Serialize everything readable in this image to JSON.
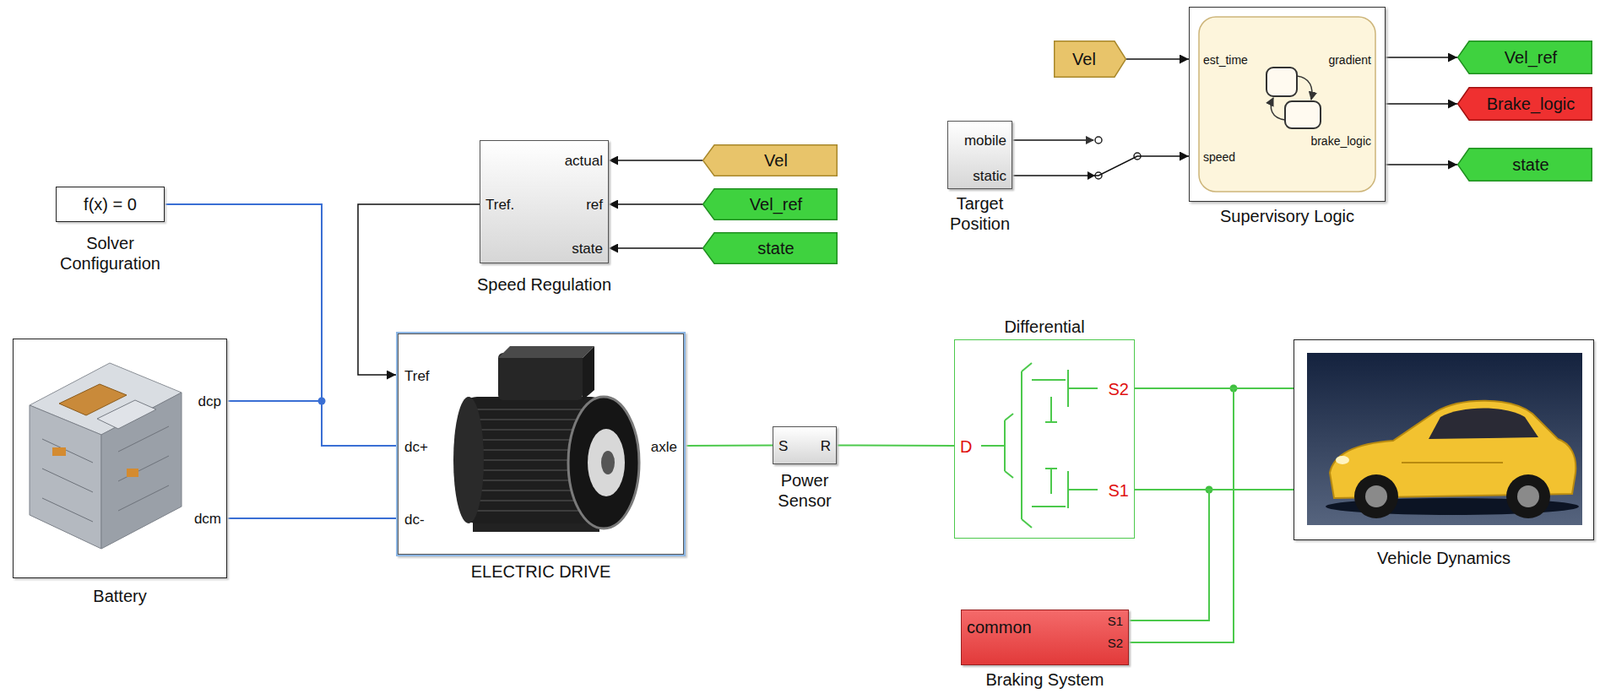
{
  "diagram": {
    "nodes": [
      {
        "text": [
          "Vel"
        ]
      },
      {
        "text": [
          "est_time",
          "speed",
          "gradient",
          "brake_logic",
          "Supervisory Logic"
        ]
      },
      {
        "text": [
          "Vel_ref"
        ]
      },
      {
        "text": [
          "Brake_logic"
        ]
      },
      {
        "text": [
          "mobile",
          "static",
          "Target Position"
        ]
      },
      {
        "text": [
          "state"
        ]
      },
      {
        "text": [
          "actual",
          "ref",
          "state",
          "Tref.",
          "Speed Regulation"
        ]
      },
      {
        "text": [
          "Vel"
        ]
      },
      {
        "text": [
          "Vel_ref"
        ]
      },
      {
        "text": [
          "state"
        ]
      },
      {
        "text": [
          "f(x) = 0",
          "Solver Configuration"
        ]
      },
      {
        "text": [
          "dcp",
          "dcm",
          "Battery"
        ]
      },
      {
        "text": [
          "Tref",
          "dc+",
          "dc-",
          "axle",
          "ELECTRIC DRIVE"
        ]
      },
      {
        "text": [
          "S",
          "R",
          "Power Sensor"
        ]
      },
      {
        "text": [
          "Differential",
          "D",
          "S2",
          "S1"
        ]
      },
      {
        "text": [
          "Vehicle Dynamics"
        ]
      },
      {
        "text": [
          "common",
          "S1",
          "S2",
          "Braking System"
        ]
      }
    ],
    "edges": [
      {
        "from": 0,
        "to": 1,
        "arrow": "to"
      },
      {
        "from": 4,
        "to": 1,
        "arrow": "to"
      },
      {
        "from": 1,
        "to": 2,
        "arrow": "to"
      },
      {
        "from": 1,
        "to": 3,
        "arrow": "to"
      },
      {
        "from": 1,
        "to": 5,
        "arrow": "to"
      },
      {
        "from": 7,
        "to": 6,
        "arrow": "to"
      },
      {
        "from": 8,
        "to": 6,
        "arrow": "to"
      },
      {
        "from": 9,
        "to": 6,
        "arrow": "to"
      },
      {
        "from": 6,
        "to": 12,
        "arrow": "to"
      },
      {
        "from": 10,
        "to": 12,
        "arrow": "none"
      },
      {
        "from": 11,
        "to": 12,
        "arrow": "none"
      },
      {
        "from": 11,
        "to": 12,
        "arrow": "none"
      },
      {
        "from": 12,
        "to": 13,
        "arrow": "none"
      },
      {
        "from": 13,
        "to": 14,
        "arrow": "none"
      },
      {
        "from": 14,
        "to": 15,
        "arrow": "none"
      },
      {
        "from": 14,
        "to": 15,
        "arrow": "none"
      },
      {
        "from": 16,
        "to": 15,
        "arrow": "none"
      },
      {
        "from": 16,
        "to": 15,
        "arrow": "none"
      }
    ]
  }
}
